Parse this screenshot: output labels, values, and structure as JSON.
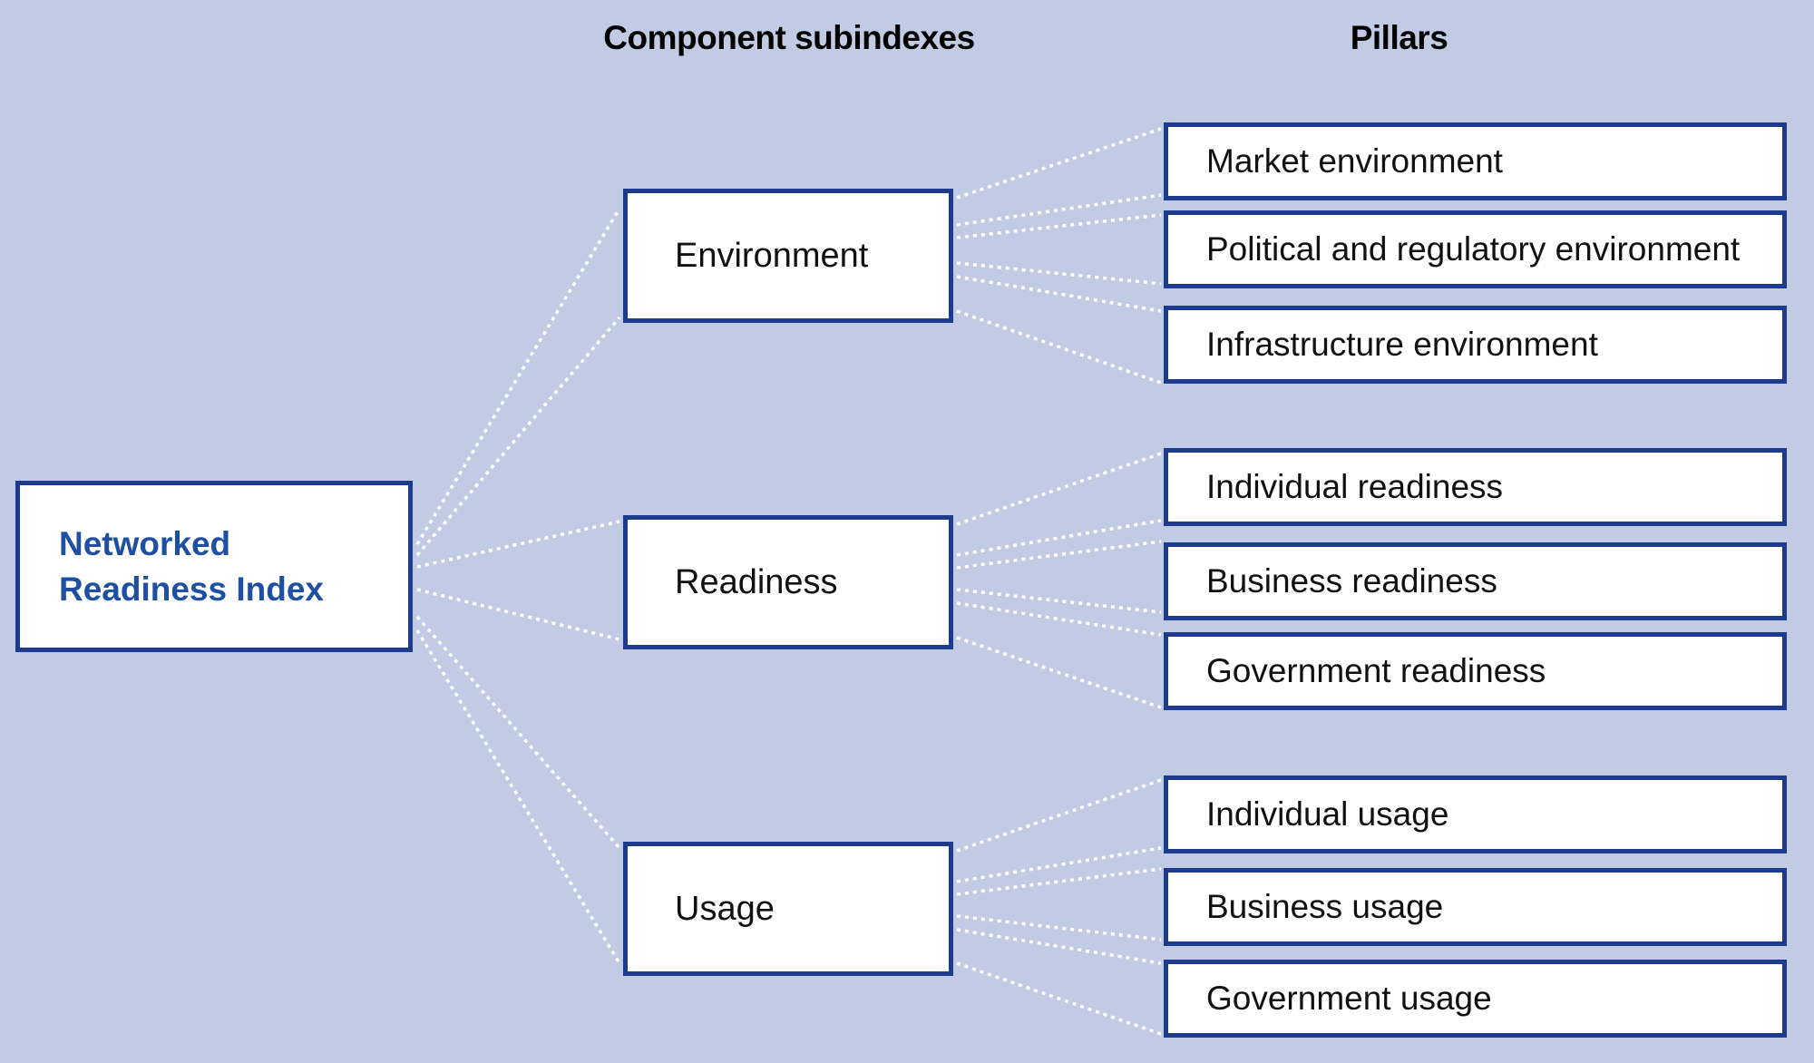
{
  "headers": {
    "subindexes": "Component subindexes",
    "pillars": "Pillars"
  },
  "index": {
    "line1": "Networked",
    "line2": "Readiness Index"
  },
  "subindexes": [
    {
      "label": "Environment",
      "pillars": [
        "Market environment",
        "Political and regulatory environment",
        "Infrastructure environment"
      ]
    },
    {
      "label": "Readiness",
      "pillars": [
        "Individual readiness",
        "Business readiness",
        "Government readiness"
      ]
    },
    {
      "label": "Usage",
      "pillars": [
        "Individual usage",
        "Business usage",
        "Government usage"
      ]
    }
  ],
  "colors": {
    "background": "#c2cbe4",
    "box_border": "#1c3a8e",
    "index_text": "#1f4fa3",
    "connector": "#ffffff"
  }
}
